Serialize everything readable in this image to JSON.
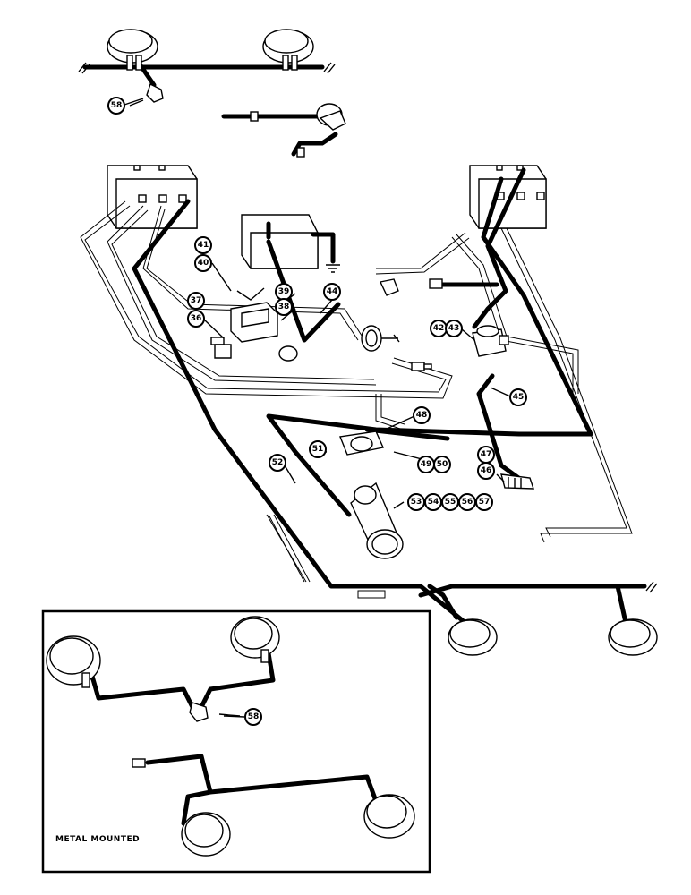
{
  "callouts": [
    {
      "id": "c58a",
      "label": "58"
    },
    {
      "id": "c41",
      "label": "41"
    },
    {
      "id": "c40",
      "label": "40"
    },
    {
      "id": "c37",
      "label": "37"
    },
    {
      "id": "c36",
      "label": "36"
    },
    {
      "id": "c39",
      "label": "39"
    },
    {
      "id": "c38",
      "label": "38"
    },
    {
      "id": "c44",
      "label": "44"
    },
    {
      "id": "c42",
      "label": "42"
    },
    {
      "id": "c43",
      "label": "43"
    },
    {
      "id": "c45",
      "label": "45"
    },
    {
      "id": "c48",
      "label": "48"
    },
    {
      "id": "c51",
      "label": "51"
    },
    {
      "id": "c49",
      "label": "49"
    },
    {
      "id": "c50",
      "label": "50"
    },
    {
      "id": "c52",
      "label": "52"
    },
    {
      "id": "c47",
      "label": "47"
    },
    {
      "id": "c46",
      "label": "46"
    },
    {
      "id": "c53",
      "label": "53"
    },
    {
      "id": "c54",
      "label": "54"
    },
    {
      "id": "c55",
      "label": "55"
    },
    {
      "id": "c56",
      "label": "56"
    },
    {
      "id": "c57",
      "label": "57"
    },
    {
      "id": "c58b",
      "label": "58"
    }
  ],
  "inset": {
    "label": "METAL MOUNTED"
  }
}
